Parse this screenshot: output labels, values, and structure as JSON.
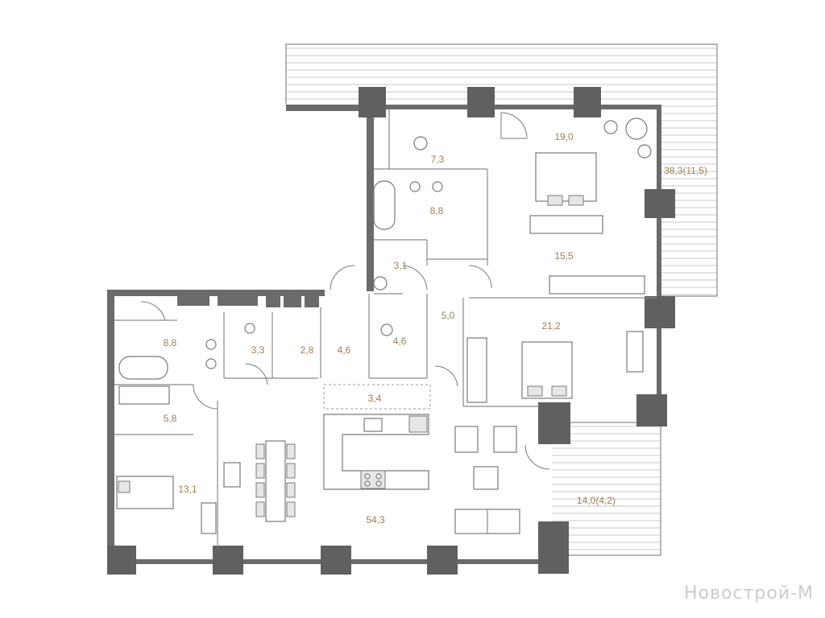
{
  "rooms": {
    "wc_top": "7,3",
    "bedroom_master": "19,0",
    "terrace_top": "38,3(11,5)",
    "bath_master": "8,8",
    "bedroom_middle": "15,5",
    "laundry": "3,1",
    "hall_mid": "5,0",
    "bedroom_right": "21,2",
    "bath_left": "8,8",
    "wc_left": "3,3",
    "closet_left": "2,8",
    "corridor_left": "4,6",
    "wc_mid": "4,6",
    "pantry": "3,4",
    "wardrobe_left": "5,8",
    "bedroom_left": "13,1",
    "living": "54,3",
    "terrace_bottom": "14,0(4,2)"
  },
  "watermark": "Новострой-М",
  "colors": {
    "wall": "#6b6b6b",
    "label": "#a07f55",
    "terrace": "#c9c9c9"
  }
}
